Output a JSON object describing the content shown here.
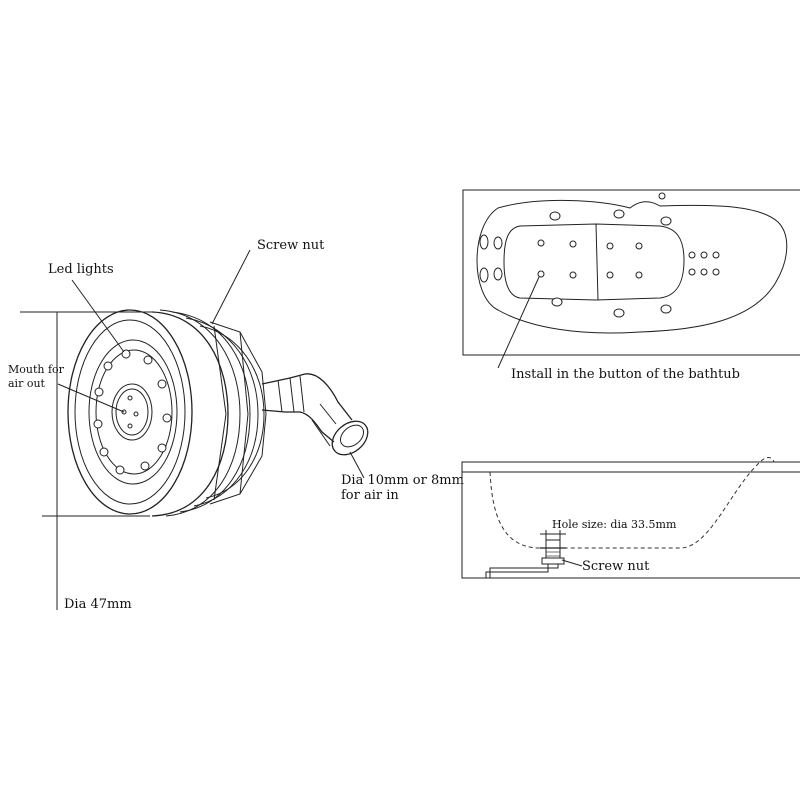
{
  "labels": {
    "screw_nut_top": "Screw nut",
    "led_lights": "Led lights",
    "mouth_line1": "Mouth for",
    "mouth_line2": "air out",
    "air_in_line1": "Dia 10mm or 8mm",
    "air_in_line2": "for air in",
    "dia": "Dia 47mm",
    "install": "Install in the button of the bathtub",
    "hole_size": "Hole size:  dia 33.5mm",
    "screw_nut_bottom": "Screw nut"
  },
  "colors": {
    "line": "#222222",
    "background": "#ffffff"
  }
}
